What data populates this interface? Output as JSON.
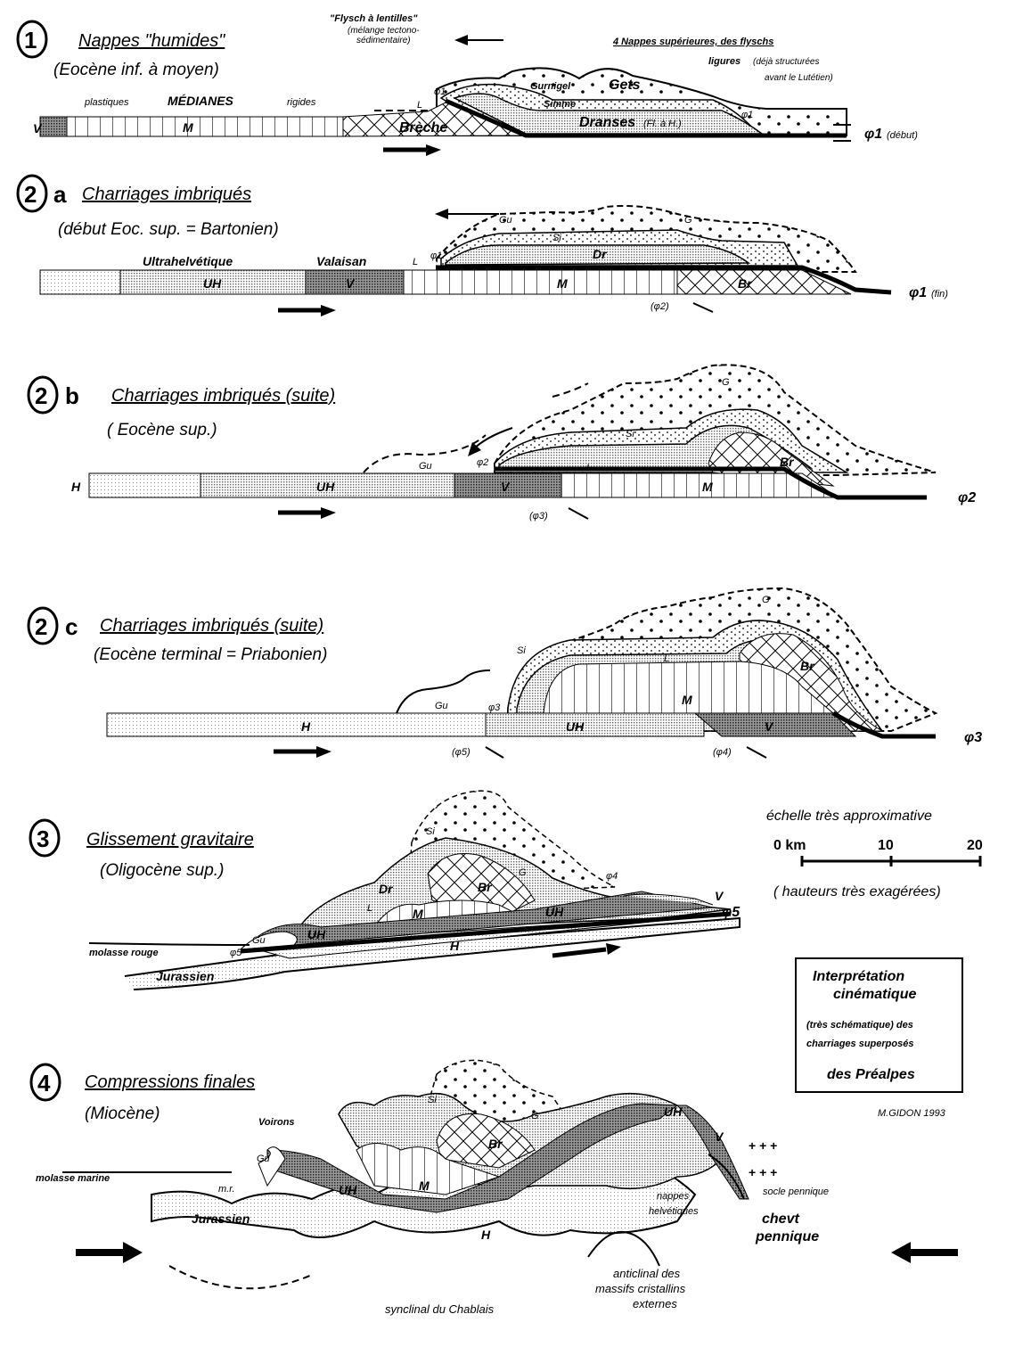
{
  "sections": {
    "s1": {
      "number": "1",
      "title": "Nappes \"humides\"",
      "subtitle": "(Eocène  inf. à moyen)",
      "labels": {
        "flysch_title": "\"Flysch à lentilles\"",
        "flysch_note1": "(mélange tectono-",
        "flysch_note2": "sédimentaire)",
        "upper_title": "4 Nappes supérieures, des  flyschs",
        "upper_2": "ligures",
        "upper_note1": "(déjà structurées",
        "upper_note2": "avant le Lutétien)",
        "plastiques": "plastiques",
        "medianes": "MÉDIANES",
        "rigides": "rigides",
        "V": "V",
        "M": "M",
        "L": "L",
        "breche": "Brèche",
        "gurnigel": "Gurnigel",
        "gets": "Gets",
        "simme": "Simme",
        "dranses": "Dranses",
        "dranses_note": "(Fl. à H.)",
        "phi1_a": "φ1",
        "phi1_b": "φ1",
        "phi1_main": "φ1",
        "phi1_note": "(début)"
      }
    },
    "s2a": {
      "number": "2",
      "letter": "a",
      "title": "Charriages imbriqués",
      "subtitle": "(début  Eoc. sup.  = Bartonien)",
      "labels": {
        "ultrahelvetique": "Ultrahelvétique",
        "valaisan": "Valaisan",
        "UH": "UH",
        "V": "V",
        "M": "M",
        "Br": "Br",
        "Dr": "Dr",
        "Si": "Si",
        "Gu": "Gu",
        "G": "G",
        "L": "L",
        "phi1": "φ1",
        "phi1_main": "φ1",
        "phi1_note": "(fin)",
        "phi2": "(φ2)"
      }
    },
    "s2b": {
      "number": "2",
      "letter": "b",
      "title": "Charriages imbriqués (suite)",
      "subtitle": "( Eocène sup.)",
      "labels": {
        "H": "H",
        "UH": "UH",
        "V": "V",
        "M": "M",
        "Br": "Br",
        "Si": "Si",
        "G": "G",
        "Gu": "Gu",
        "L": "L",
        "phi2": "φ2",
        "phi2_main": "φ2",
        "phi3": "(φ3)"
      }
    },
    "s2c": {
      "number": "2",
      "letter": "c",
      "title": "Charriages imbriqués (suite)",
      "subtitle": "(Eocène terminal = Priabonien)",
      "labels": {
        "H": "H",
        "UH": "UH",
        "V": "V",
        "M": "M",
        "Br": "Br",
        "Si": "Si",
        "G": "G",
        "Gu": "Gu",
        "L": "L",
        "phi3": "φ3",
        "phi3_main": "φ3",
        "phi5": "(φ5)",
        "phi4": "(φ4)"
      }
    },
    "s3": {
      "number": "3",
      "title": "Glissement gravitaire",
      "subtitle": "(Oligocène sup.)",
      "labels": {
        "Si": "Si",
        "G": "G",
        "Dr": "Dr",
        "Br": "Br",
        "M": "M",
        "UH": "UH",
        "UH2": "UH",
        "Gu": "Gu",
        "H": "H",
        "V": "V",
        "L": "L",
        "phi4": "φ4",
        "phi5": "φ5",
        "phi5_main": "φ5",
        "molasse_rouge": "molasse rouge",
        "jurassien": "Jurassien"
      }
    },
    "s4": {
      "number": "4",
      "title": "Compressions finales",
      "subtitle": "(Miocène)",
      "labels": {
        "voirons": "Voirons",
        "Gu": "Gu",
        "molasse_marine": "molasse  marine",
        "mr": "m.r.",
        "UH": "UH",
        "UH2": "UH",
        "M": "M",
        "Br": "Br",
        "Si": "Si",
        "G": "G",
        "V": "V",
        "H": "H",
        "jurassien": "Jurassien",
        "nappes_helv1": "nappes",
        "nappes_helv2": "helvétiques",
        "socle": "socle pennique",
        "chev1": "chevt",
        "chev2": "pennique",
        "synclinal": "synclinal du Chablais",
        "anticlinal1": "anticlinal des",
        "anticlinal2": "massifs cristallins",
        "anticlinal3": "externes"
      }
    }
  },
  "scale": {
    "caption": "échelle très approximative",
    "ticks": [
      "0 km",
      "10",
      "20"
    ],
    "note": "( hauteurs  très  exagérées)"
  },
  "legend_box": {
    "line1": "Interprétation",
    "line2": "cinématique",
    "line3": "(très schématique) des",
    "line4": "charriages superposés",
    "line5": "des Préalpes"
  },
  "author": "M.GIDON   1993"
}
